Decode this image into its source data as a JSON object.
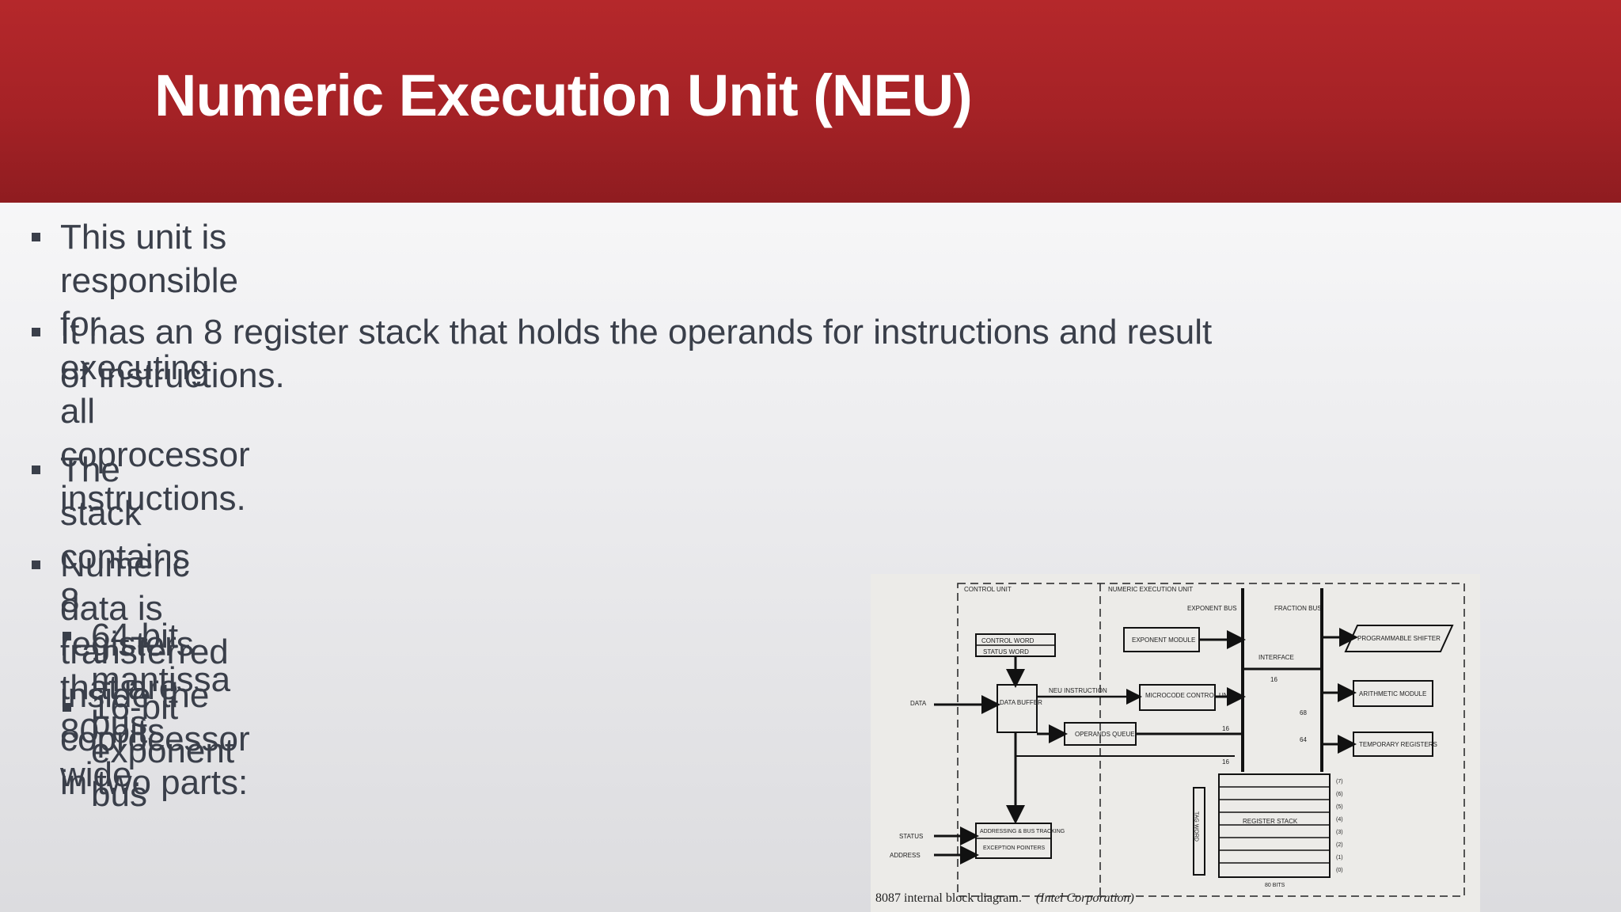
{
  "slide": {
    "title": "Numeric Execution Unit (NEU)",
    "bullets": [
      "This unit is responsible for executing all coprocessor instructions.",
      "It has an 8 register stack that holds the operands for instructions and result of instructions.",
      "The stack contains 8 registers that are 80-bits wide.",
      "Numeric data is transferred inside the coprocessor in two parts:"
    ],
    "sub_bullets": [
      "64-bit mantissa bus",
      "16-bit exponent bus"
    ]
  },
  "diagram": {
    "caption_main": "8087 internal block diagram.",
    "caption_credit": "(Intel Corporation)",
    "labels": {
      "control_unit": "CONTROL UNIT",
      "numeric_execution_unit": "NUMERIC EXECUTION UNIT",
      "exponent_bus": "EXPONENT BUS",
      "fraction_bus": "FRACTION BUS",
      "control_word": "CONTROL WORD",
      "status_word": "STATUS WORD",
      "exponent_module": "EXPONENT MODULE",
      "programmable_shifter": "PROGRAMMABLE SHIFTER",
      "interface": "INTERFACE",
      "neu_instruction": "NEU INSTRUCTION",
      "microcode_control_unit": "MICROCODE CONTROL UNIT",
      "data": "DATA",
      "data_buffer": "DATA BUFFER",
      "operands_queue": "OPERANDS QUEUE",
      "arithmetic_module": "ARITHMETIC MODULE",
      "temporary_registers": "TEMPORARY REGISTERS",
      "tag_word": "TAG WORD",
      "register_stack": "REGISTER STACK",
      "status": "STATUS",
      "address": "ADDRESS",
      "addressing_bus_tracking": "ADDRESSING & BUS TRACKING",
      "exception_pointers": "EXCEPTION POINTERS",
      "bits_80": "80 BITS",
      "n16a": "16",
      "n16b": "16",
      "n16c": "16",
      "n68": "68",
      "n64": "64",
      "reg_indices": [
        "(7)",
        "(6)",
        "(5)",
        "(4)",
        "(3)",
        "(2)",
        "(1)",
        "(0)"
      ]
    }
  }
}
